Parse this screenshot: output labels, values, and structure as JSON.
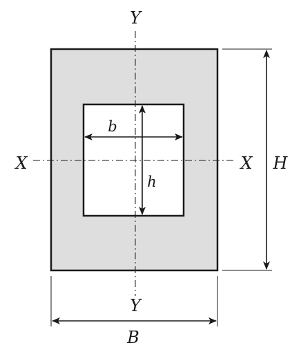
{
  "labels": {
    "axis_y_top": "Y",
    "axis_y_bottom": "Y",
    "axis_x_left": "X",
    "axis_x_right": "X",
    "outer_width": "B",
    "outer_height": "H",
    "inner_width": "b",
    "inner_height": "h"
  },
  "colors": {
    "section_fill": "#dedede",
    "hole_fill": "#ffffff",
    "stroke": "#1a1a1a"
  }
}
